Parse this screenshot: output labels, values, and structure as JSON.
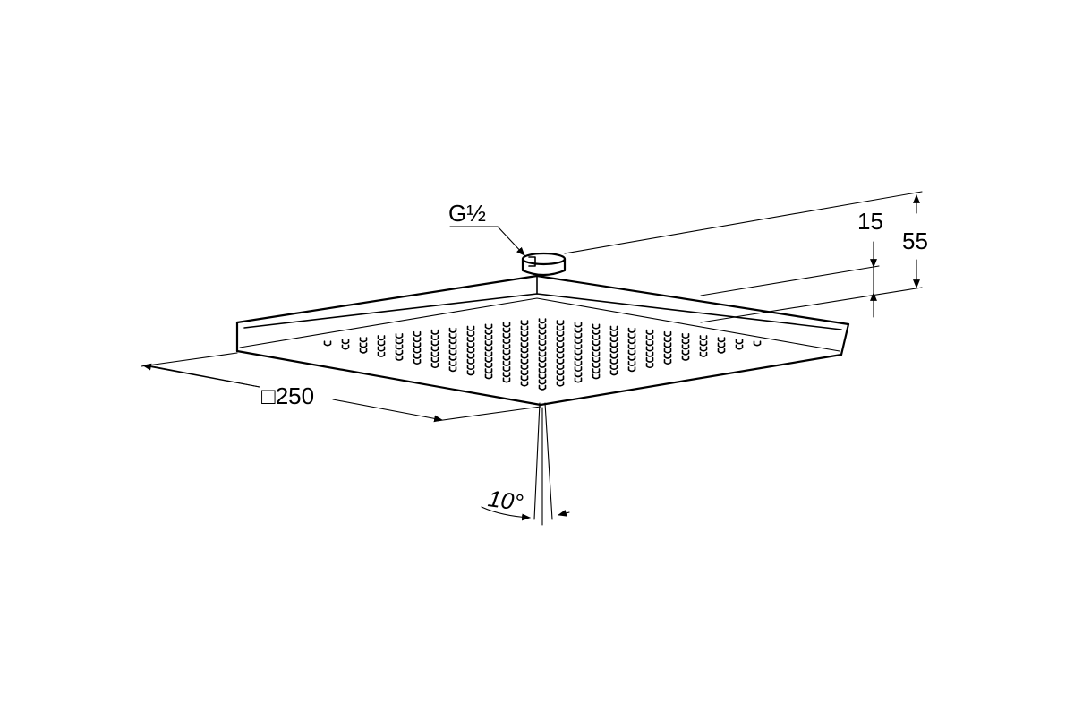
{
  "drawing": {
    "thread_label": "G½",
    "square_size_label": "□250",
    "height_small_label": "15",
    "height_total_label": "55",
    "spray_angle_label": "10°"
  }
}
